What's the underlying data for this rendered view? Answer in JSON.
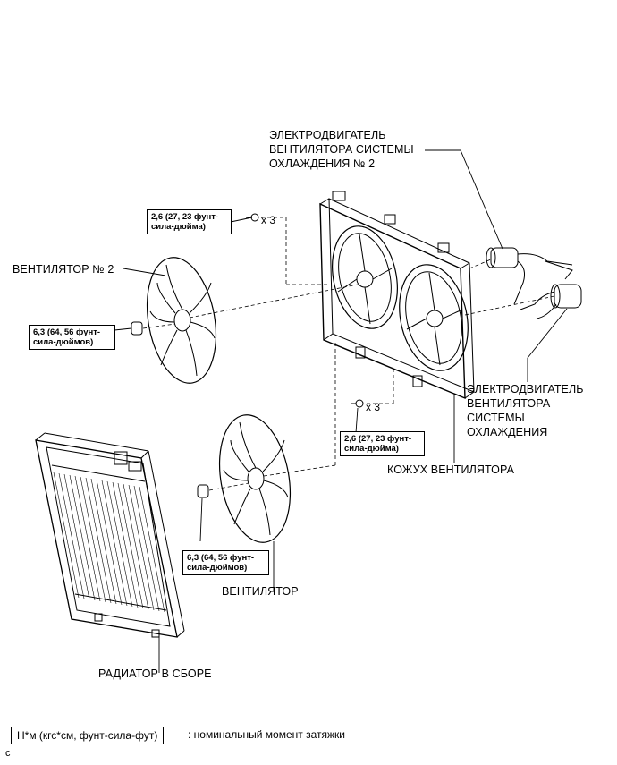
{
  "labels": {
    "motor2": "ЭЛЕКТРОДВИГАТЕЛЬ\nВЕНТИЛЯТОРА СИСТЕМЫ\nОХЛАЖДЕНИЯ № 2",
    "fan2": "ВЕНТИЛЯТОР № 2",
    "motor1": "ЭЛЕКТРОДВИГАТЕЛЬ\nВЕНТИЛЯТОРА\nСИСТЕМЫ\nОХЛАЖДЕНИЯ",
    "shroud": "КОЖУХ ВЕНТИЛЯТОРА",
    "fan": "ВЕНТИЛЯТОР",
    "radiator": "РАДИАТОР В СБОРЕ"
  },
  "torques": {
    "shroud_top": "2,6 (27, 23 фунт-\nсила-дюйма)",
    "fan2_nut": "6,3 (64, 56 фунт-\nсила-дюймов)",
    "shroud_bottom": "2,6 (27, 23 фунт-\nсила-дюйма)",
    "fan_nut": "6,3 (64, 56 фунт-\nсила-дюймов)"
  },
  "quantities": {
    "top": "x 3",
    "bottom": "x 3"
  },
  "legend": {
    "unit_box": "Н*м (кгс*см, фунт-сила-фут)",
    "description": ": номинальный момент затяжки"
  },
  "corner_mark": "c",
  "colors": {
    "line": "#000000",
    "background": "#ffffff"
  }
}
